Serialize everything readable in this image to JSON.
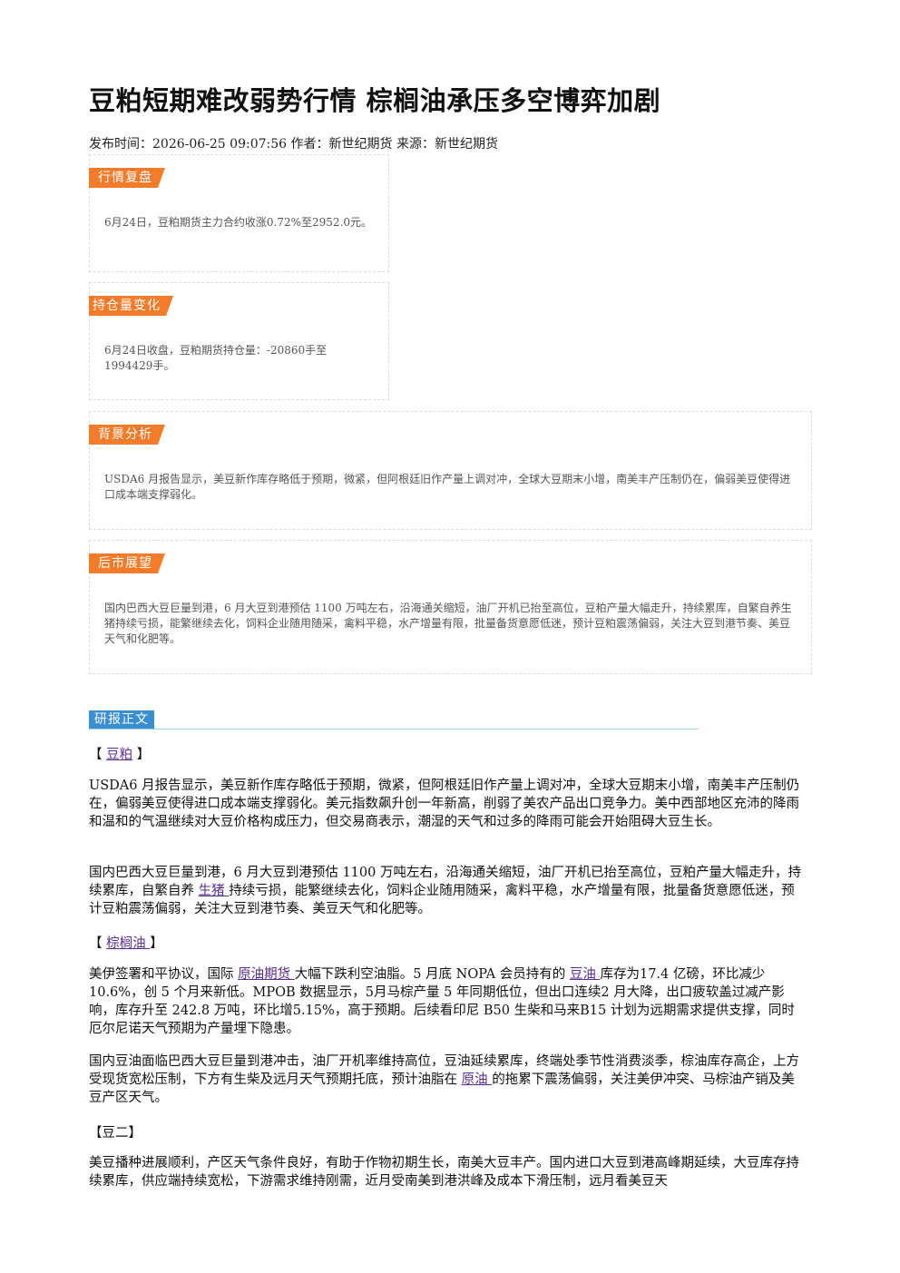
{
  "title": "豆粕短期难改弱势行情 棕榈油承压多空博弈加剧",
  "meta": "发布时间：2026-06-25 09:07:56 作者：新世纪期货 来源：新世纪期货",
  "boxes": [
    {
      "tag": "行情复盘",
      "text": "6月24日，豆粕期货主力合约收涨0.72%至2952.0元。"
    },
    {
      "tag": "持仓量变化",
      "text": "6月24日收盘，豆粕期货持仓量：-20860手至1994429手。"
    },
    {
      "tag": "背景分析",
      "text": "USDA6 月报告显示，美豆新作库存略低于预期，微紧，但阿根廷旧作产量上调对冲，全球大豆期末小增，南美丰产压制仍在，偏弱美豆使得进口成本端支撑弱化。"
    },
    {
      "tag": "后市展望",
      "text": "国内巴西大豆巨量到港，6 月大豆到港预估 1100 万吨左右，沿海通关缩短，油厂开机已抬至高位，豆粕产量大幅走升，持续累库，自繁自养生猪持续亏损，能繁继续去化，饲料企业随用随采，禽料平稳，水产增量有限，批量备货意愿低迷，预计豆粕震荡偏弱，关注大豆到港节奏、美豆天气和化肥等。"
    }
  ],
  "section_label": "研报正文",
  "sections": {
    "h1": {
      "open": "【 ",
      "link": "豆粕",
      "close": " 】"
    },
    "p1": "USDA6 月报告显示，美豆新作库存略低于预期，微紧，但阿根廷旧作产量上调对冲，全球大豆期末小增，南美丰产压制仍在，偏弱美豆使得进口成本端支撑弱化。美元指数飙升创一年新高，削弱了美农产品出口竞争力。美中西部地区充沛的降雨和温和的气温继续对大豆价格构成压力，但交易商表示，潮湿的天气和过多的降雨可能会开始阻碍大豆生长。",
    "p2": {
      "a": "国内巴西大豆巨量到港，6 月大豆到港预估 1100 万吨左右，沿海通关缩短，油厂开机已抬至高位，豆粕产量大幅走升，持续累库，自繁自养 ",
      "link": "生猪 ",
      "b": "持续亏损，能繁继续去化，饲料企业随用随采，禽料平稳，水产增量有限，批量备货意愿低迷，预计豆粕震荡偏弱，关注大豆到港节奏、美豆天气和化肥等。"
    },
    "h2": {
      "open": "【 ",
      "link": "棕榈油 ",
      "close": "】"
    },
    "p3": {
      "a": "美伊签署和平协议，国际 ",
      "link1": "原油期货 ",
      "b": "大幅下跌利空油脂。5 月底 NOPA 会员持有的 ",
      "link2": "豆油 ",
      "c": "库存为17.4 亿磅，环比减少 10.6%，创 5 个月来新低。MPOB 数据显示，5月马棕产量 5 年同期低位，但出口连续2 月大降，出口疲软盖过减产影响，库存升至 242.8 万吨，环比增5.15%，高于预期。后续看印尼 B50 生柴和马来B15 计划为远期需求提供支撑，同时厄尔尼诺天气预期为产量埋下隐患。"
    },
    "p4": {
      "a": "国内豆油面临巴西大豆巨量到港冲击，油厂开机率维持高位，豆油延续累库，终端处季节性消费淡季，棕油库存高企，上方受现货宽松压制，下方有生柴及远月天气预期托底，预计油脂在 ",
      "link": "原油 ",
      "b": "的拖累下震荡偏弱，关注美伊冲突、马棕油产销及美豆产区天气。"
    },
    "h3": "【豆二】",
    "p5": "美豆播种进展顺利，产区天气条件良好，有助于作物初期生长，南美大豆丰产。国内进口大豆到港高峰期延续，大豆库存持续累库，供应端持续宽松，下游需求维持刚需，近月受南美到港洪峰及成本下滑压制，远月看美豆天"
  }
}
